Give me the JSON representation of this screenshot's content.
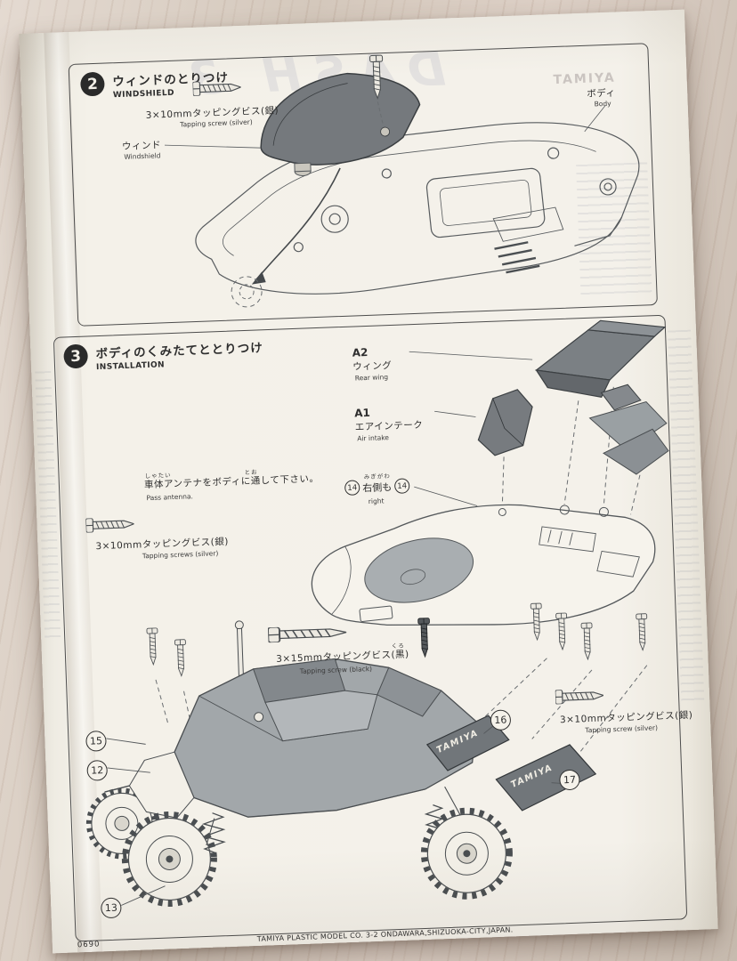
{
  "footer": {
    "code": "0690",
    "address": "TAMIYA PLASTIC MODEL CO. 3-2 ONDAWARA,SHIZUOKA-CITY,JAPAN."
  },
  "ghost": {
    "brand": "TAMIYA",
    "title": "DASH 3"
  },
  "step2": {
    "number": "2",
    "title_jp": "ウィンドのとりつけ",
    "title_en": "WINDSHIELD",
    "screw_jp": "3×10mmタッピングビス(銀)",
    "screw_en": "Tapping screw (silver)",
    "windshield_jp": "ウィンド",
    "windshield_en": "Windshield",
    "body_jp": "ボディ",
    "body_en": "Body"
  },
  "step3": {
    "number": "3",
    "title_jp": "ボディのくみたてととりつけ",
    "title_en": "INSTALLATION",
    "a2_code": "A2",
    "a2_jp": "ウィング",
    "a2_en": "Rear wing",
    "a1_code": "A1",
    "a1_jp": "エアインテーク",
    "a1_en": "Air intake",
    "antenna_furigana": "しゃたい",
    "antenna_furigana2": "とお",
    "antenna_jp": "車体アンテナをボディに通して下さい。",
    "antenna_en": "Pass antenna.",
    "screw_left_jp": "3×10mmタッピングビス(銀)",
    "screw_left_en": "Tapping screws (silver)",
    "part14": "14",
    "right_furigana": "みぎがわ",
    "right_jp": "右側も",
    "right_en": "right",
    "screw_black_furigana": "くろ",
    "screw_black_jp": "3×15mmタッピングビス(黒)",
    "screw_black_en": "Tapping screw (black)",
    "screw_right_jp": "3×10mmタッピングビス(銀)",
    "screw_right_en": "Tapping screw (silver)",
    "skirt_logo": "TAMIYA",
    "callout_15": "15",
    "callout_12": "12",
    "callout_13": "13",
    "callout_16": "16",
    "callout_17": "17"
  }
}
